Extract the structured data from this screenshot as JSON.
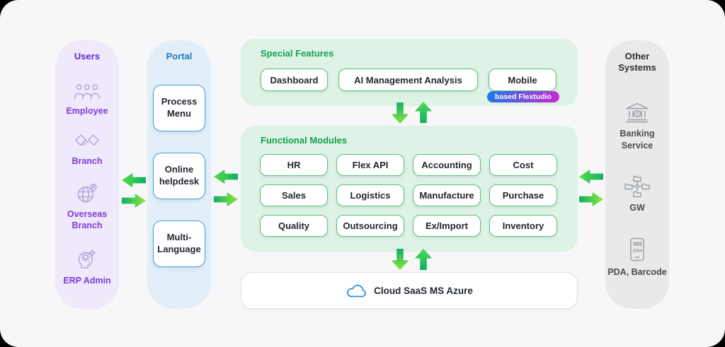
{
  "users": {
    "title": "Users",
    "items": [
      {
        "label": "Employee",
        "icon": "people-icon"
      },
      {
        "label": "Branch",
        "icon": "handshake-icon"
      },
      {
        "label": "Overseas Branch",
        "icon": "globe-pin-icon"
      },
      {
        "label": "ERP Admin",
        "icon": "head-gears-icon"
      }
    ]
  },
  "portal": {
    "title": "Portal",
    "items": [
      {
        "label": "Process Menu"
      },
      {
        "label": "Online helpdesk"
      },
      {
        "label": "Multi-Language"
      }
    ]
  },
  "special_features": {
    "title": "Special Features",
    "items": [
      {
        "label": "Dashboard"
      },
      {
        "label": "AI Management Analysis"
      },
      {
        "label": "Mobile"
      }
    ],
    "badge": "based Flextudio"
  },
  "functional_modules": {
    "title": "Functional Modules",
    "items": [
      "HR",
      "Flex API",
      "Accounting",
      "Cost",
      "Sales",
      "Logistics",
      "Manufacture",
      "Purchase",
      "Quality",
      "Outsourcing",
      "Ex/Import",
      "Inventory"
    ]
  },
  "cloud": {
    "label": "Cloud SaaS MS Azure",
    "icon": "cloud-icon"
  },
  "other_systems": {
    "title": "Other Systems",
    "items": [
      {
        "label": "Banking Service",
        "icon": "bank-icon"
      },
      {
        "label": "GW",
        "icon": "network-folders-icon"
      },
      {
        "label": "PDA, Barcode",
        "icon": "pda-barcode-icon"
      }
    ]
  },
  "colors": {
    "canvas_bg": "#f7f7f9",
    "users_bg": "#efe9fb",
    "users_text": "#7e3bdb",
    "portal_bg": "#e2eef8",
    "portal_accent": "#1a7cc2",
    "portal_border": "#48a0d6",
    "green_bg": "#def2e5",
    "green_accent": "#12a150",
    "green_border": "#55c57d",
    "other_bg": "#e9e9ea",
    "other_text": "#4b4b4b",
    "arrow_gradient": [
      "#10b063",
      "#86e53c"
    ],
    "badge_gradient": [
      "#2277e5",
      "#c62bd1"
    ],
    "cloud_icon": "#2f8fdd"
  }
}
